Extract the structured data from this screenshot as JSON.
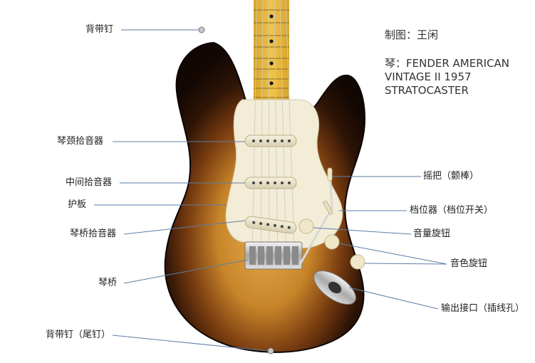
{
  "credit": {
    "author": "制图：王闲",
    "guitar_line1": "琴：FENDER AMERICAN",
    "guitar_line2": "VINTAGE II 1957",
    "guitar_line3": "STRATOCASTER"
  },
  "labels": {
    "strap_button_top": "背带钉",
    "neck_pickup": "琴颈拾音器",
    "middle_pickup": "中间拾音器",
    "pickguard": "护板",
    "bridge_pickup": "琴桥拾音器",
    "bridge": "琴桥",
    "strap_button_tail": "背带钉（尾钉）",
    "tremolo_arm": "摇把（颤棒）",
    "selector_switch": "档位器（档位开关）",
    "volume_knob": "音量旋钮",
    "tone_knobs": "音色旋钮",
    "output_jack": "输出接口（插线孔）"
  },
  "colors": {
    "leader_line": "#5b7fa6",
    "body_edge": "#1a0c05",
    "body_center": "#d9a040",
    "pickguard": "#f3ecd6",
    "neck": "#e8b838",
    "fret_marker": "#1a1a1a"
  }
}
